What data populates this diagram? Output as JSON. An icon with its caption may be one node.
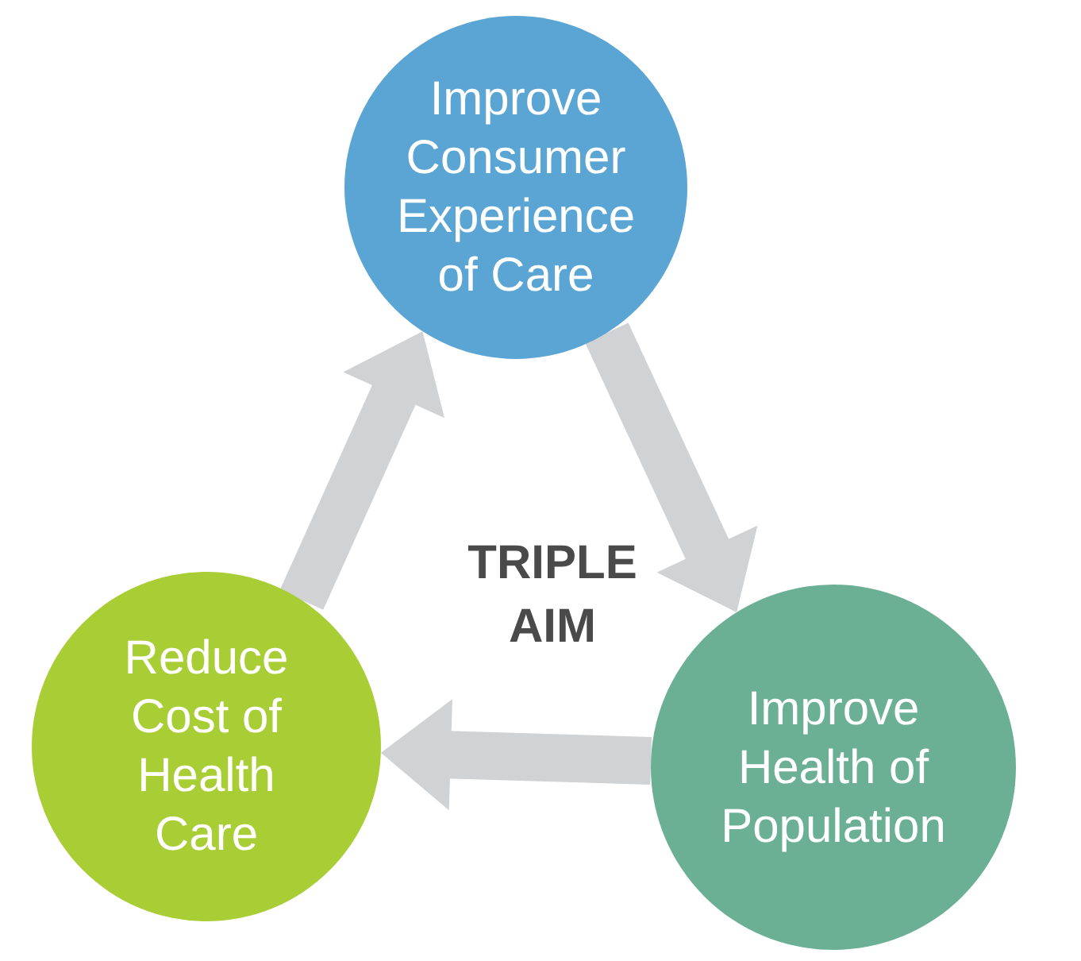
{
  "diagram": {
    "nodes": [
      {
        "text": [
          "Improve Consumer Experience of Care"
        ]
      },
      {
        "text": [
          "Improve Health of Population"
        ]
      },
      {
        "text": [
          "Reduce Cost of Health Care"
        ]
      },
      {
        "text": [
          "TRIPLE AIM"
        ]
      }
    ],
    "edges": [
      {
        "from": 2,
        "to": 0,
        "arrow": "to"
      },
      {
        "from": 0,
        "to": 1,
        "arrow": "to"
      },
      {
        "from": 1,
        "to": 2,
        "arrow": "to"
      }
    ]
  }
}
